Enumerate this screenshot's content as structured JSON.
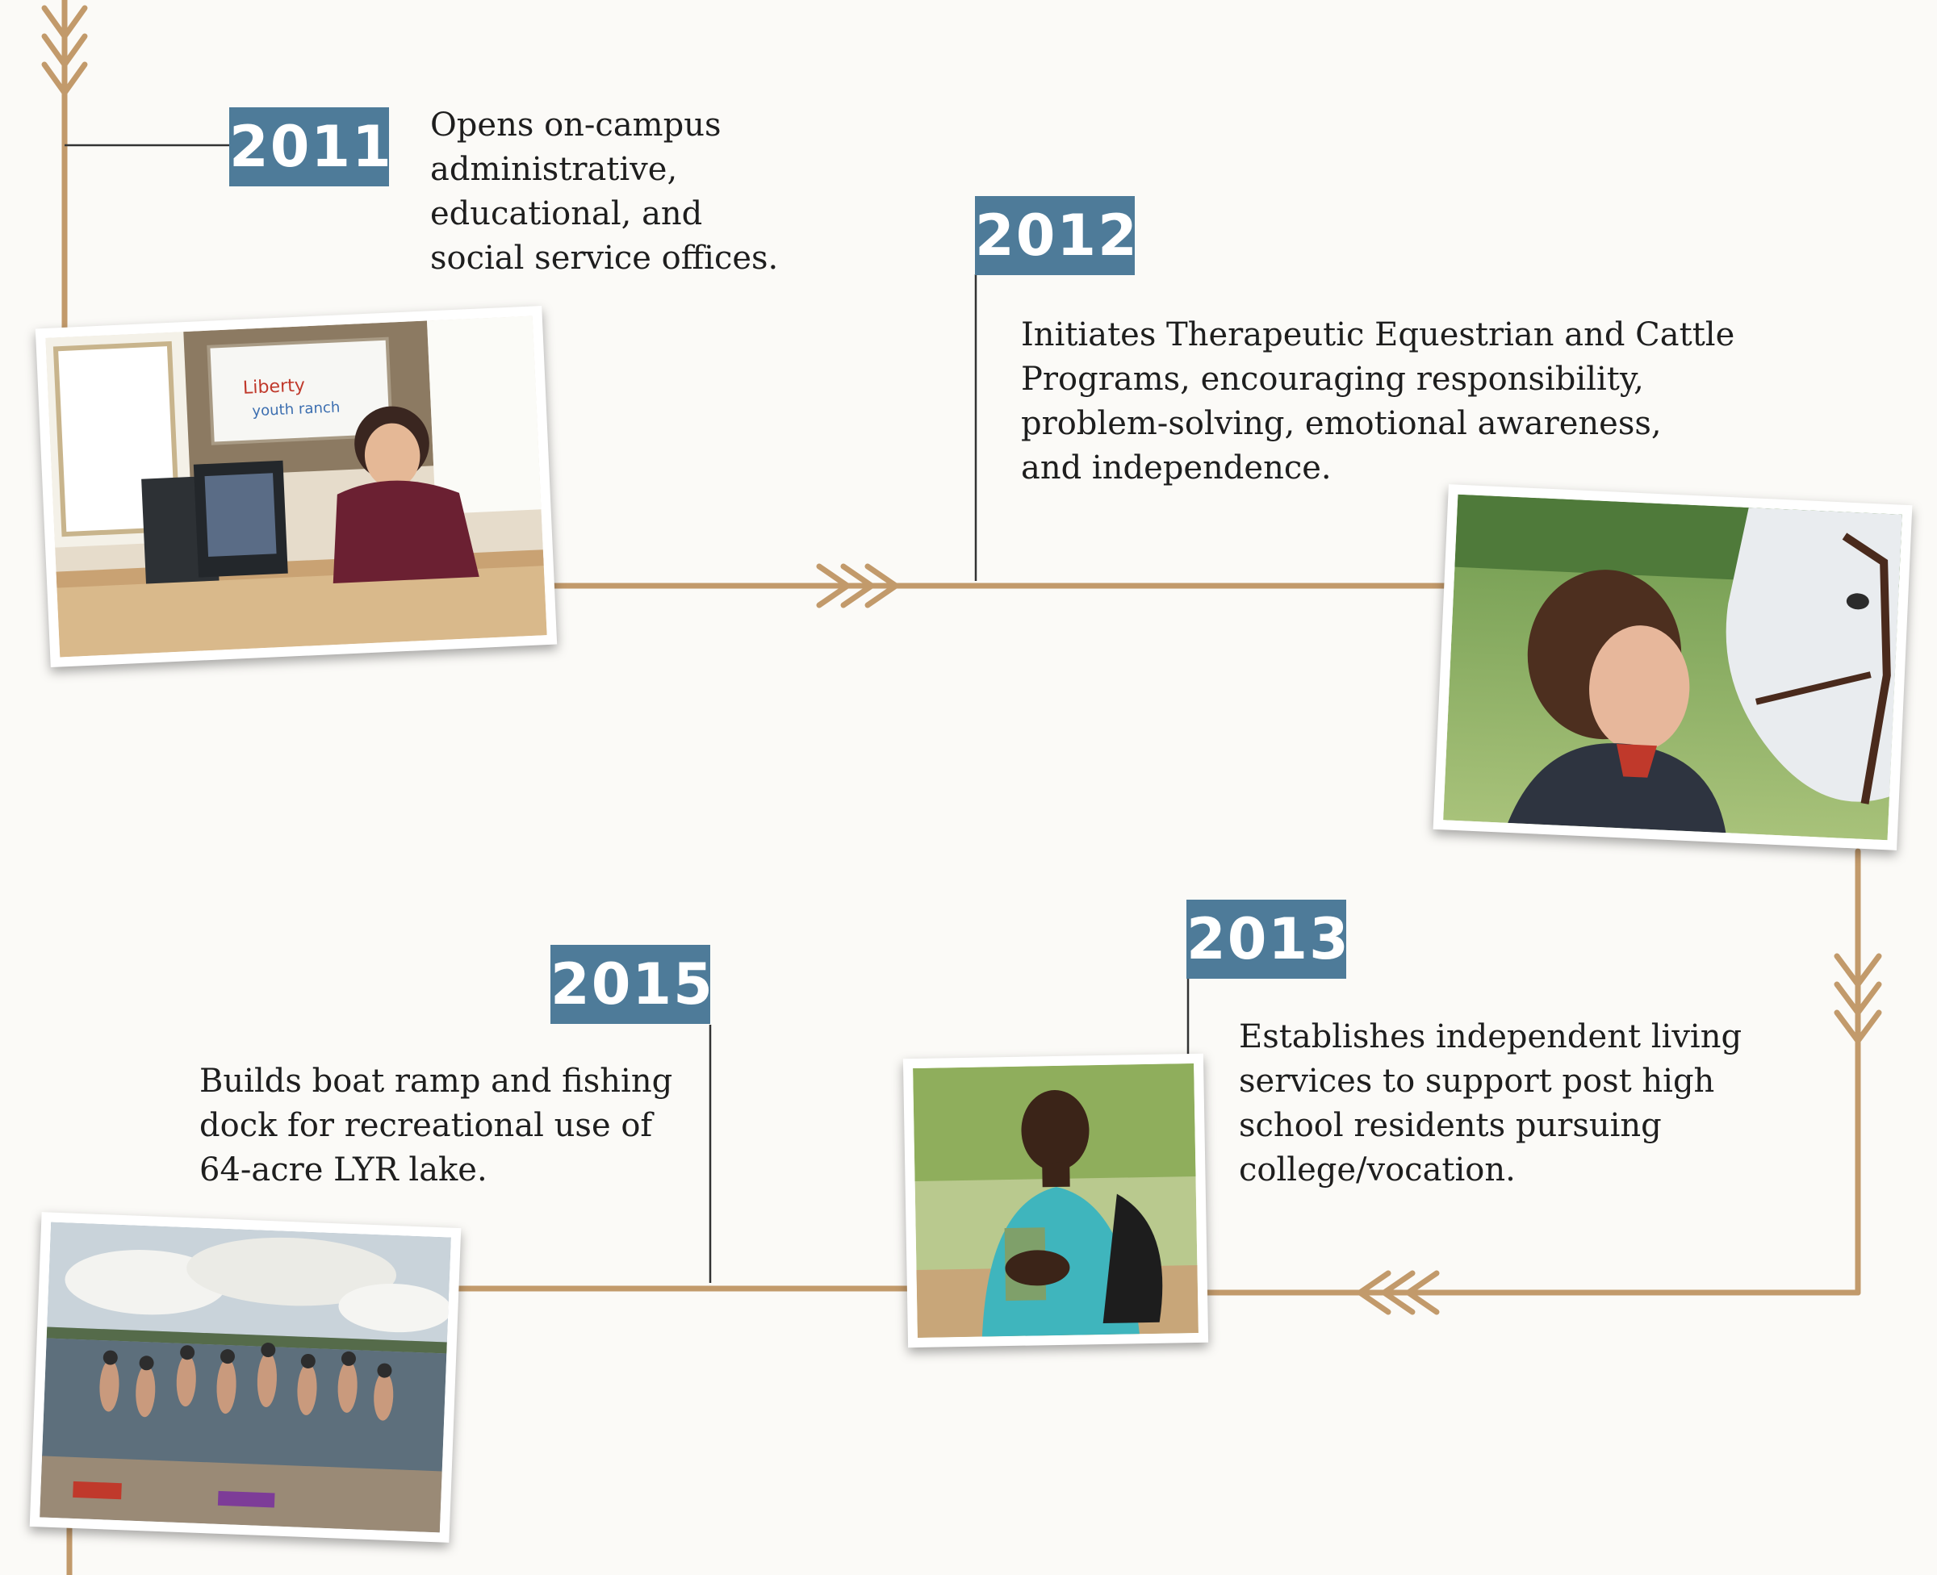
{
  "colors": {
    "line": "#c29a6b",
    "connector": "#333333",
    "year_badge": "#4e7b99",
    "text": "#1e1e1e"
  },
  "milestones": [
    {
      "year": "2011",
      "lines": [
        "Opens on-campus",
        "administrative,",
        "educational, and",
        "social service offices."
      ],
      "photo": "office-receptionist-photo"
    },
    {
      "year": "2012",
      "lines": [
        "Initiates Therapeutic Equestrian and Cattle",
        "Programs, encouraging responsibility,",
        "problem-solving, emotional awareness,",
        "and independence."
      ],
      "photo": "girl-kissing-horse-photo"
    },
    {
      "year": "2013",
      "lines": [
        "Establishes independent living",
        "services to support post high",
        "school residents pursuing",
        "college/vocation."
      ],
      "photo": "student-with-backpack-photo"
    },
    {
      "year": "2015",
      "lines": [
        "Builds boat ramp and fishing",
        "dock for recreational use of",
        "64-acre LYR lake."
      ],
      "photo": "girls-jumping-into-lake-photo"
    }
  ]
}
